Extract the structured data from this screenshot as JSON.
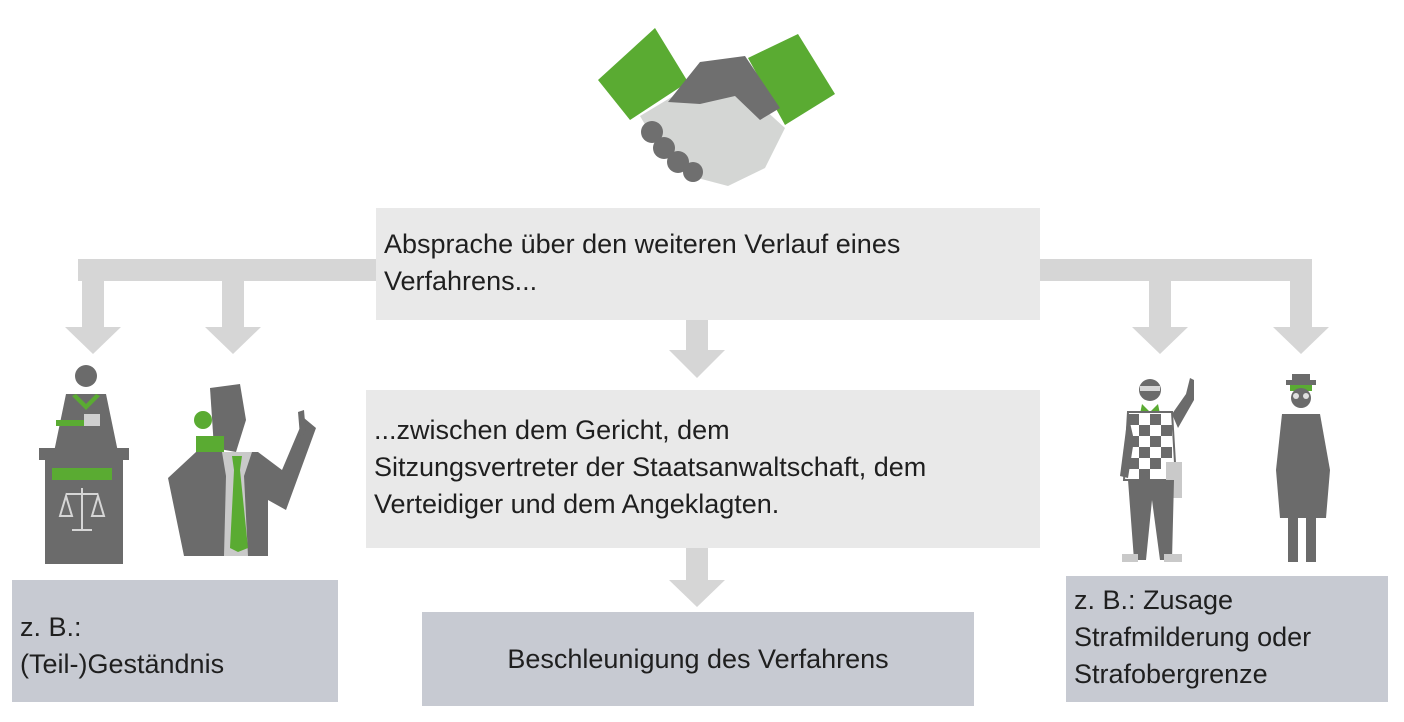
{
  "boxes": {
    "top": {
      "lines": [
        "Absprache über den weiteren Verlauf eines",
        "Verfahrens..."
      ]
    },
    "middle": {
      "lines": [
        "...zwischen dem Gericht, dem",
        "Sitzungsvertreter der Staatsanwaltschaft, dem",
        "Verteidiger und dem Angeklagten."
      ]
    },
    "bottom": {
      "text": "Beschleunigung des Verfahrens"
    },
    "left": {
      "lines": [
        "z. B.:",
        "(Teil-)Geständnis"
      ]
    },
    "right": {
      "lines": [
        "z. B.: Zusage",
        "Strafmilderung oder",
        "Strafobergrenze"
      ]
    }
  },
  "icons": [
    "handshake-icon",
    "judge-at-podium-icon",
    "lawyer-on-phone-icon",
    "witness-pointing-icon",
    "spy-in-coat-icon"
  ],
  "colors": {
    "accent_green": "#5aab32",
    "figure_gray": "#6b6b6b",
    "arrow_gray": "#d6d6d6",
    "box_light": "#e9e9e9",
    "box_blue": "#c7cad2"
  }
}
